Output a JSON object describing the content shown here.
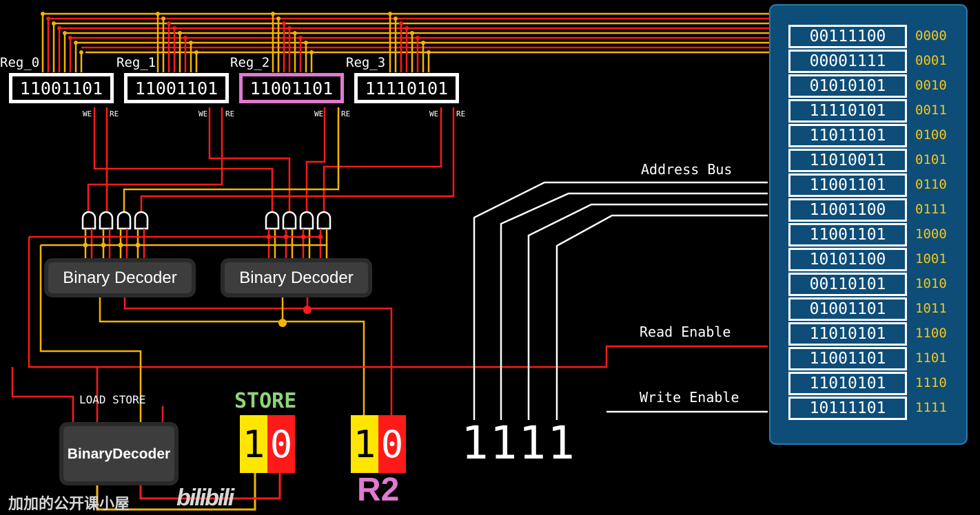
{
  "registers": [
    {
      "label": "Reg_0",
      "value": "11001101",
      "we": "WE",
      "re": "RE",
      "selected": false
    },
    {
      "label": "Reg_1",
      "value": "11001101",
      "we": "WE",
      "re": "RE",
      "selected": false
    },
    {
      "label": "Reg_2",
      "value": "11001101",
      "we": "WE",
      "re": "RE",
      "selected": true
    },
    {
      "label": "Reg_3",
      "value": "11110101",
      "we": "WE",
      "re": "RE",
      "selected": false
    }
  ],
  "decoders": {
    "reg_write": "Binary Decoder",
    "reg_read": "Binary Decoder",
    "op_line1": "Binary",
    "op_line2": "Decoder"
  },
  "op_labels": "LOAD STORE",
  "instruction": {
    "opcode_name": "STORE",
    "opcode_bits": [
      "1",
      "0"
    ],
    "register_bits": [
      "1",
      "0"
    ],
    "register_name": "R2",
    "address": "1111"
  },
  "bus_labels": {
    "address": "Address Bus",
    "read_enable": "Read Enable",
    "write_enable": "Write Enable"
  },
  "memory": [
    {
      "value": "00111100",
      "addr": "0000"
    },
    {
      "value": "00001111",
      "addr": "0001"
    },
    {
      "value": "01010101",
      "addr": "0010"
    },
    {
      "value": "11110101",
      "addr": "0011"
    },
    {
      "value": "11011101",
      "addr": "0100"
    },
    {
      "value": "11010011",
      "addr": "0101"
    },
    {
      "value": "11001101",
      "addr": "0110"
    },
    {
      "value": "11001100",
      "addr": "0111"
    },
    {
      "value": "11001101",
      "addr": "1000"
    },
    {
      "value": "10101100",
      "addr": "1001"
    },
    {
      "value": "00110101",
      "addr": "1010"
    },
    {
      "value": "01001101",
      "addr": "1011"
    },
    {
      "value": "11010101",
      "addr": "1100"
    },
    {
      "value": "11001101",
      "addr": "1101"
    },
    {
      "value": "11010101",
      "addr": "1110"
    },
    {
      "value": "10111101",
      "addr": "1111"
    }
  ],
  "watermark": {
    "channel": "加加的公开课小屋",
    "logo": "bilibili"
  },
  "colors": {
    "yellow": "#f5b400",
    "red": "#ff1a1a",
    "pink": "#e07ad0",
    "green": "#8fd47a",
    "memory_bg": "#0d4d78"
  }
}
